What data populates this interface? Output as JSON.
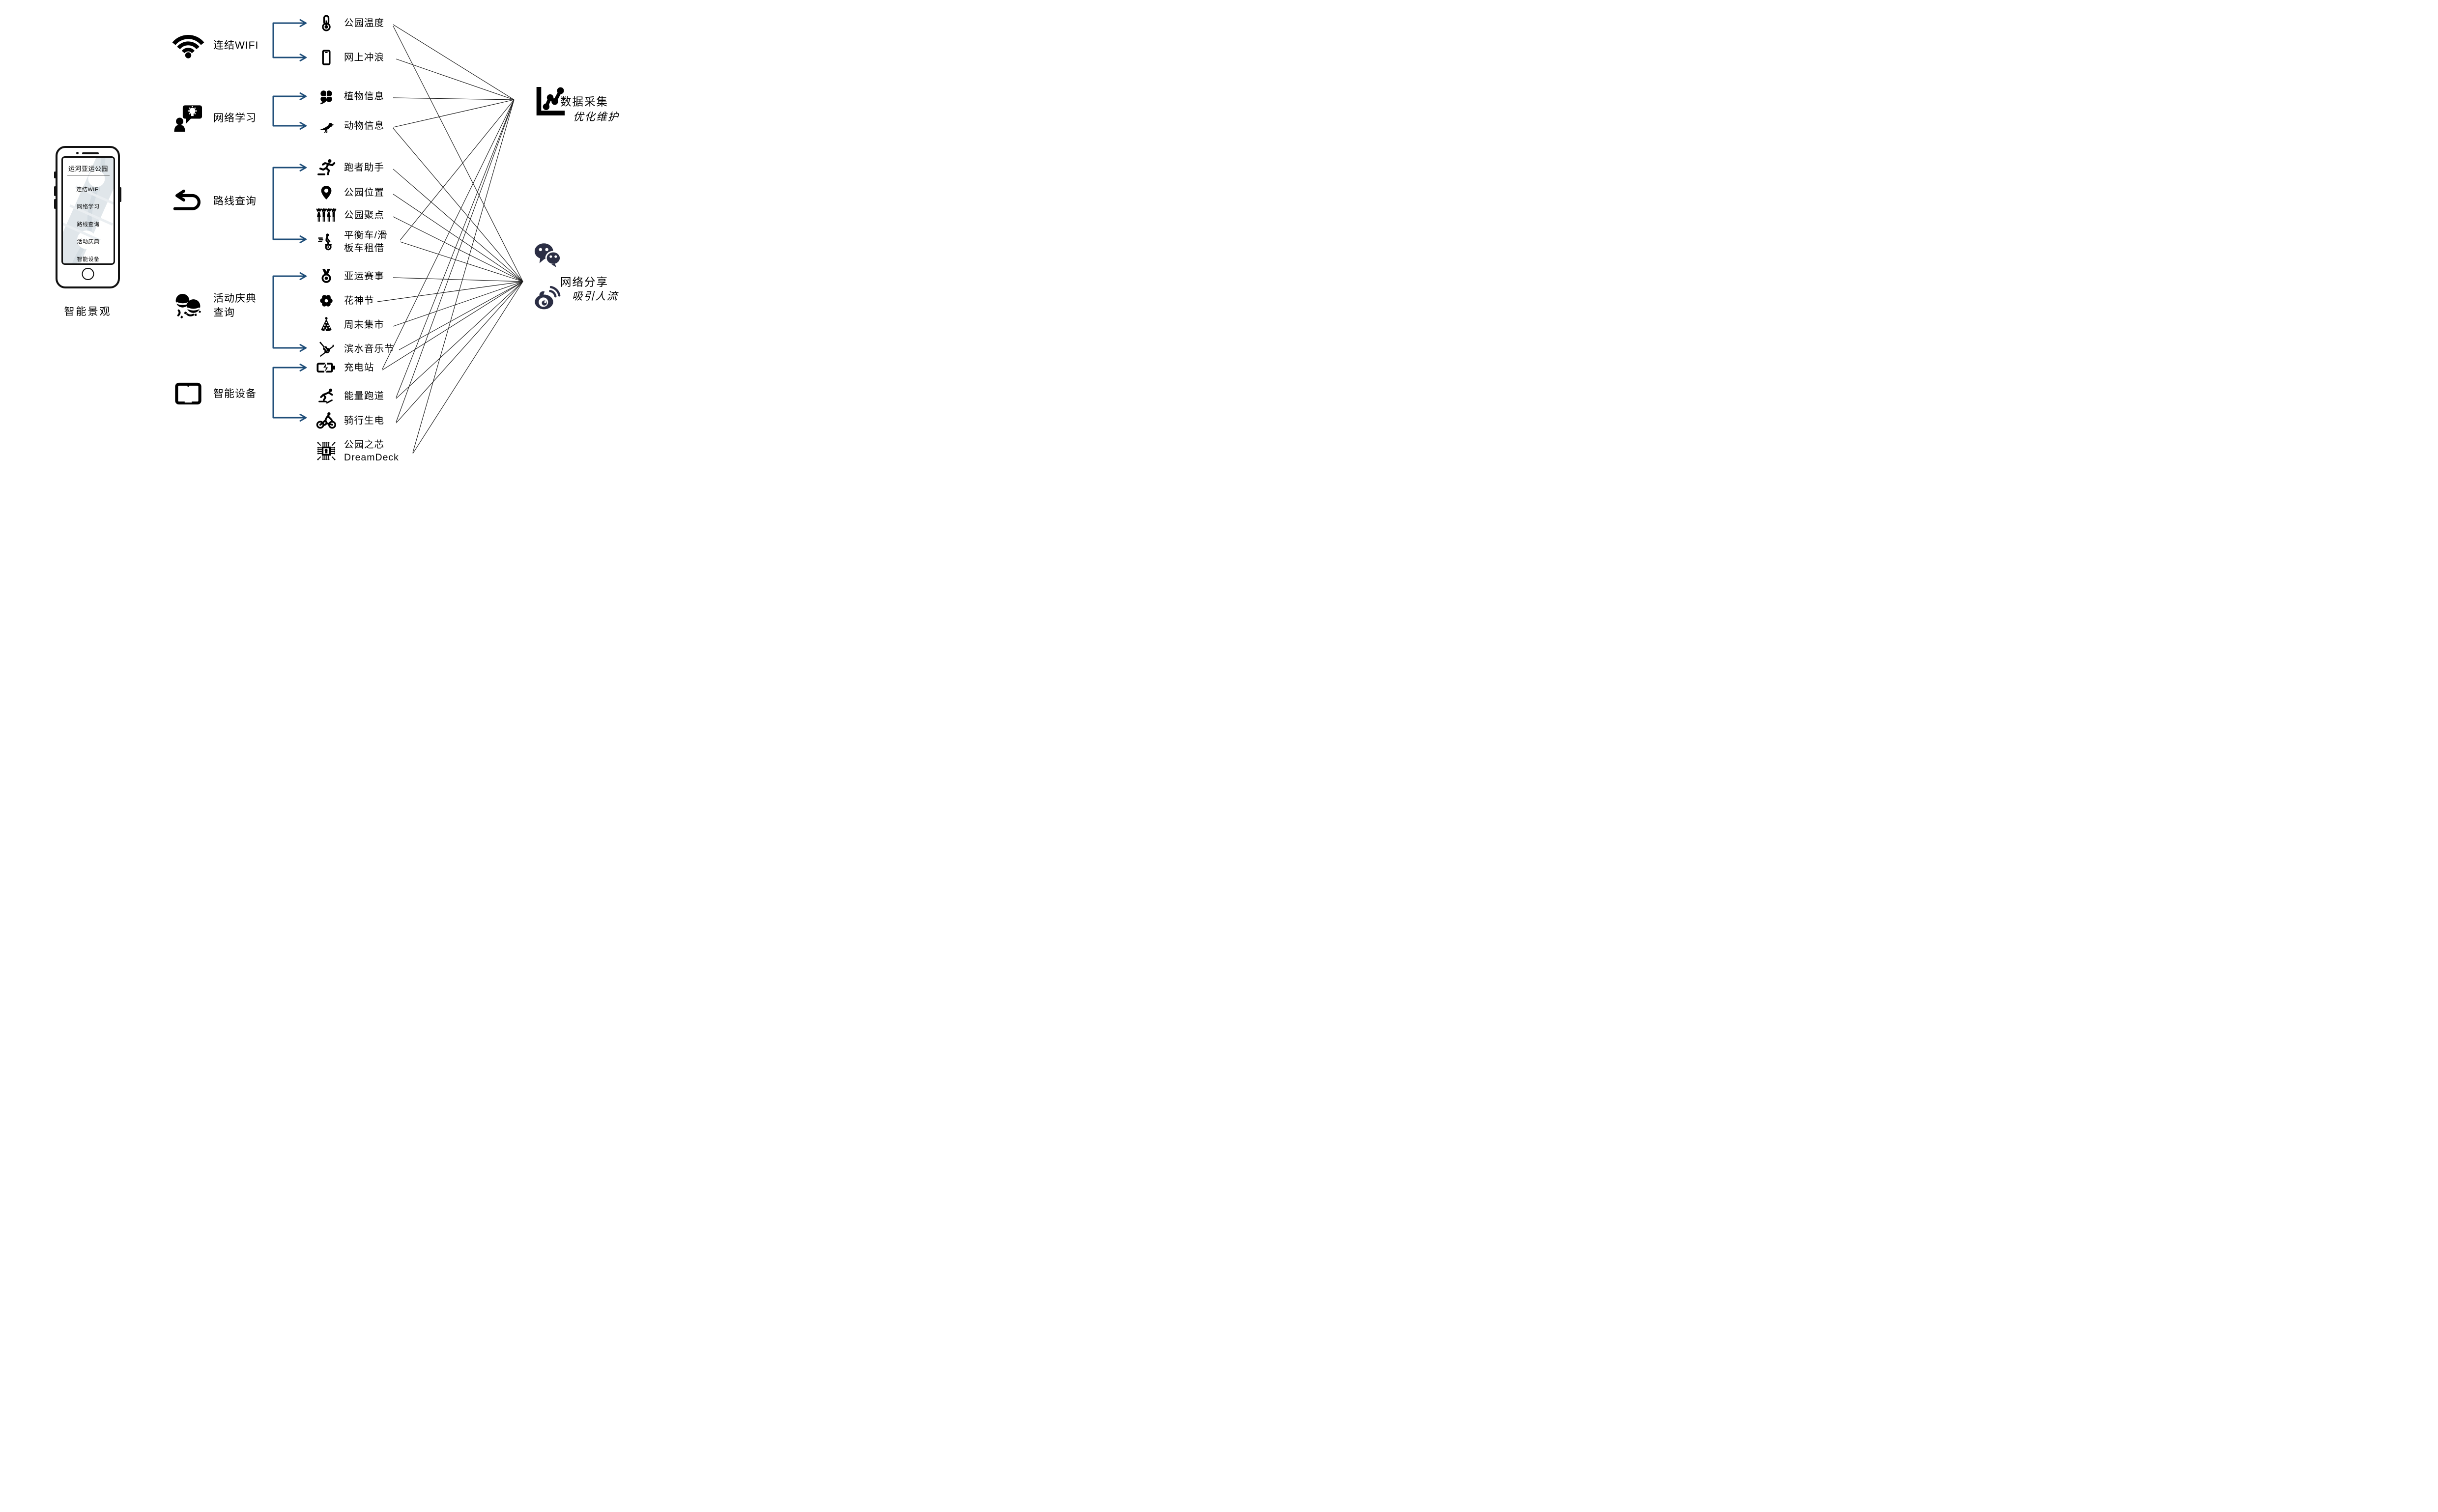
{
  "diagram": {
    "phone": {
      "screen_title": "运河亚运公园",
      "menu_items": [
        "连结WIFI",
        "网络学习",
        "路线查询",
        "活动庆典",
        "智能设备"
      ],
      "caption": "智能景观"
    },
    "categories": [
      {
        "icon": "wifi-icon",
        "lines": [
          "连结WIFI"
        ]
      },
      {
        "icon": "online-learning-icon",
        "lines": [
          "网络学习"
        ]
      },
      {
        "icon": "route-query-icon",
        "lines": [
          "路线查询"
        ]
      },
      {
        "icon": "celebration-icon",
        "lines": [
          "活动庆典",
          "查询"
        ]
      },
      {
        "icon": "smart-device-icon",
        "lines": [
          "智能设备"
        ]
      }
    ],
    "features": [
      {
        "icon": "thermometer-icon",
        "lines": [
          "公园温度"
        ]
      },
      {
        "icon": "smartphone-icon",
        "lines": [
          "网上冲浪"
        ]
      },
      {
        "icon": "clover-icon",
        "lines": [
          "植物信息"
        ]
      },
      {
        "icon": "bird-icon",
        "lines": [
          "动物信息"
        ]
      },
      {
        "icon": "runner-icon",
        "lines": [
          "跑者助手"
        ]
      },
      {
        "icon": "map-pin-icon",
        "lines": [
          "公园位置"
        ]
      },
      {
        "icon": "crowd-icon",
        "lines": [
          "公园聚点"
        ]
      },
      {
        "icon": "segway-icon",
        "lines": [
          "平衡车/滑",
          "板车租借"
        ]
      },
      {
        "icon": "medal-icon",
        "lines": [
          "亚运赛事"
        ]
      },
      {
        "icon": "flower-icon",
        "lines": [
          "花神节"
        ]
      },
      {
        "icon": "party-hat-icon",
        "lines": [
          "周末集市"
        ]
      },
      {
        "icon": "violin-icon",
        "lines": [
          "滨水音乐节"
        ]
      },
      {
        "icon": "charging-station-icon",
        "lines": [
          "充电站"
        ]
      },
      {
        "icon": "speed-skater-icon",
        "lines": [
          "能量跑道"
        ]
      },
      {
        "icon": "cyclist-icon",
        "lines": [
          "骑行生电"
        ]
      },
      {
        "icon": "chip-icon",
        "lines": [
          "公园之芯",
          "DreamDeck"
        ]
      }
    ],
    "outcomes": [
      {
        "icons": [
          "line-chart-icon"
        ],
        "label": "数据采集",
        "sublabel": "优化维护"
      },
      {
        "icons": [
          "wechat-icon",
          "weibo-icon"
        ],
        "label": "网络分享",
        "sublabel": "吸引人流"
      }
    ],
    "colors": {
      "connector_blue": "#1F4E79",
      "relation_line": "#1c1c1c",
      "social_icon_navy": "#2B2E44"
    }
  }
}
